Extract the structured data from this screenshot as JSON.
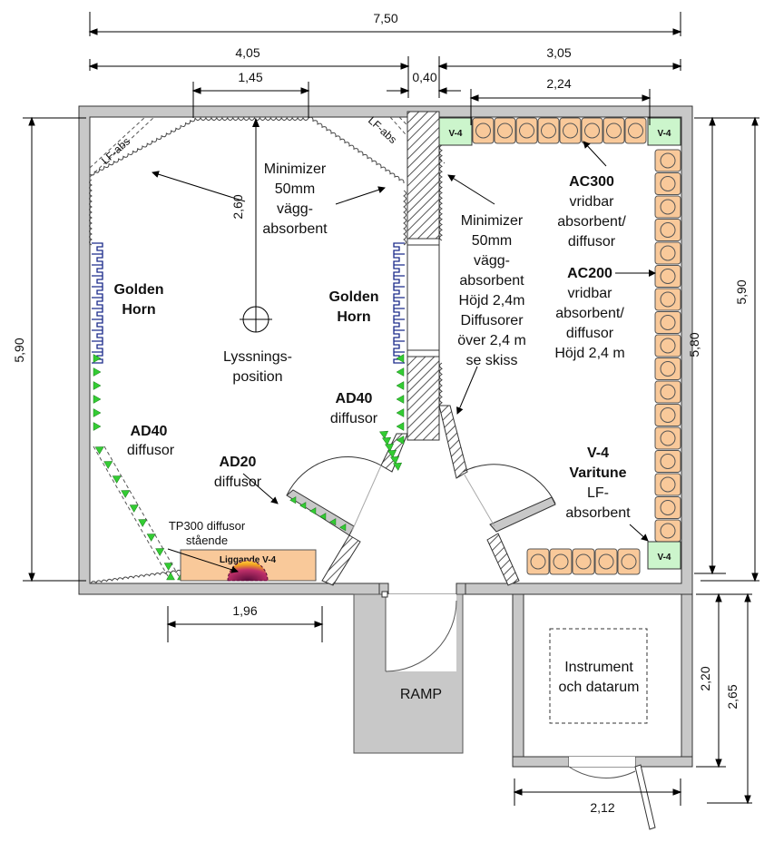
{
  "dimensions": {
    "total_width": "7,50",
    "left_width": "4,05",
    "right_width": "3,05",
    "golden_span": "1,45",
    "gap_width": "0,40",
    "right_inner": "2,24",
    "listen_depth": "2,60",
    "left_height": "5,90",
    "right_height": "5,90",
    "inner_height": "5,80",
    "bottom_width": "1,96",
    "instrument_height_a": "2,20",
    "instrument_height_b": "2,65",
    "instrument_width": "2,12"
  },
  "labels": {
    "lf_abs_left": "LF-abs",
    "lf_abs_right": "LF-abs",
    "minimizer_left": [
      "Minimizer",
      "50mm",
      "vägg-",
      "absorbent"
    ],
    "minimizer_right": [
      "Minimizer",
      "50mm",
      "vägg-",
      "absorbent",
      "Höjd 2,4m",
      "Diffusorer",
      "över 2,4 m",
      "se skiss"
    ],
    "golden_left": [
      "Golden",
      "Horn"
    ],
    "golden_right": [
      "Golden",
      "Horn"
    ],
    "listening": [
      "Lyssnings-",
      "position"
    ],
    "ad40_left": [
      "AD40",
      "diffusor"
    ],
    "ad40_right": [
      "AD40",
      "diffusor"
    ],
    "ad20": [
      "AD20",
      "diffusor"
    ],
    "tp300": [
      "TP300 diffusor",
      "stående"
    ],
    "liggande": "Liggande V-4",
    "ac300": [
      "AC300",
      "vridbar",
      "absorbent/",
      "diffusor"
    ],
    "ac200": [
      "AC200",
      "vridbar",
      "absorbent/",
      "diffusor",
      "Höjd 2,4 m"
    ],
    "v4_varitune": [
      "V-4",
      "Varitune",
      "LF-",
      "absorbent"
    ],
    "v4_box": "V-4",
    "ramp": "RAMP",
    "instrument": [
      "Instrument",
      "och datarum"
    ]
  },
  "colors": {
    "wall": "#c8c8c8",
    "orange": "#f9c99a",
    "green": "#33cc33",
    "navy": "#1a2a8a",
    "v4_green": "#ccf5cc"
  }
}
